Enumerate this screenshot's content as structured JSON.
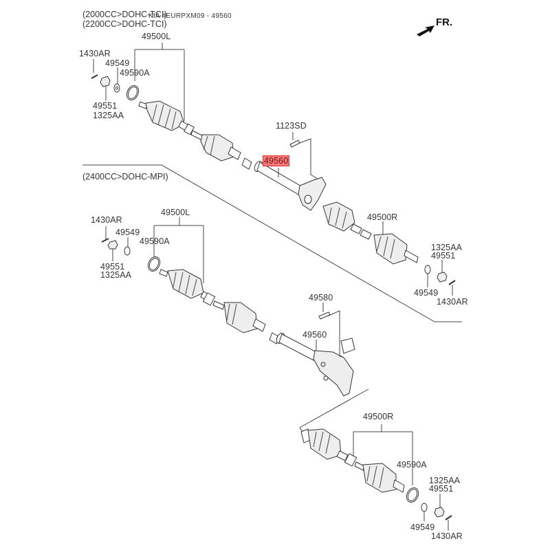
{
  "watermark": "KIA #EURPXM09 - 49560",
  "direction_label": "FR.",
  "highlight_color": "#f47a7a",
  "sections": [
    {
      "engines": [
        "(2000CC>DOHC-TCI)",
        "(2200CC>DOHC-TCI)"
      ],
      "labels": {
        "shaft_left": "49500L",
        "pin": "1430AR",
        "washer": "49549",
        "ring": "49590A",
        "nut_a": "49551",
        "nut_b": "1325AA",
        "bolt": "1123SD",
        "bearing_bracket": "49560",
        "shaft_right": "49500R",
        "r_nut_b": "1325AA",
        "r_nut_a": "49551",
        "r_washer": "49549",
        "r_pin": "1430AR"
      }
    },
    {
      "engines": [
        "(2400CC>DOHC-MPI)"
      ],
      "labels": {
        "shaft_left": "49500L",
        "pin": "1430AR",
        "washer": "49549",
        "ring": "49590A",
        "nut_a": "49551",
        "nut_b": "1325AA",
        "bolt": "49580",
        "bearing_bracket": "49560",
        "shaft_right": "49500R",
        "r_ring": "49590A",
        "r_nut_b": "1325AA",
        "r_nut_a": "49551",
        "r_washer": "49549",
        "r_pin": "1430AR"
      }
    }
  ],
  "highlighted_part": "49560"
}
